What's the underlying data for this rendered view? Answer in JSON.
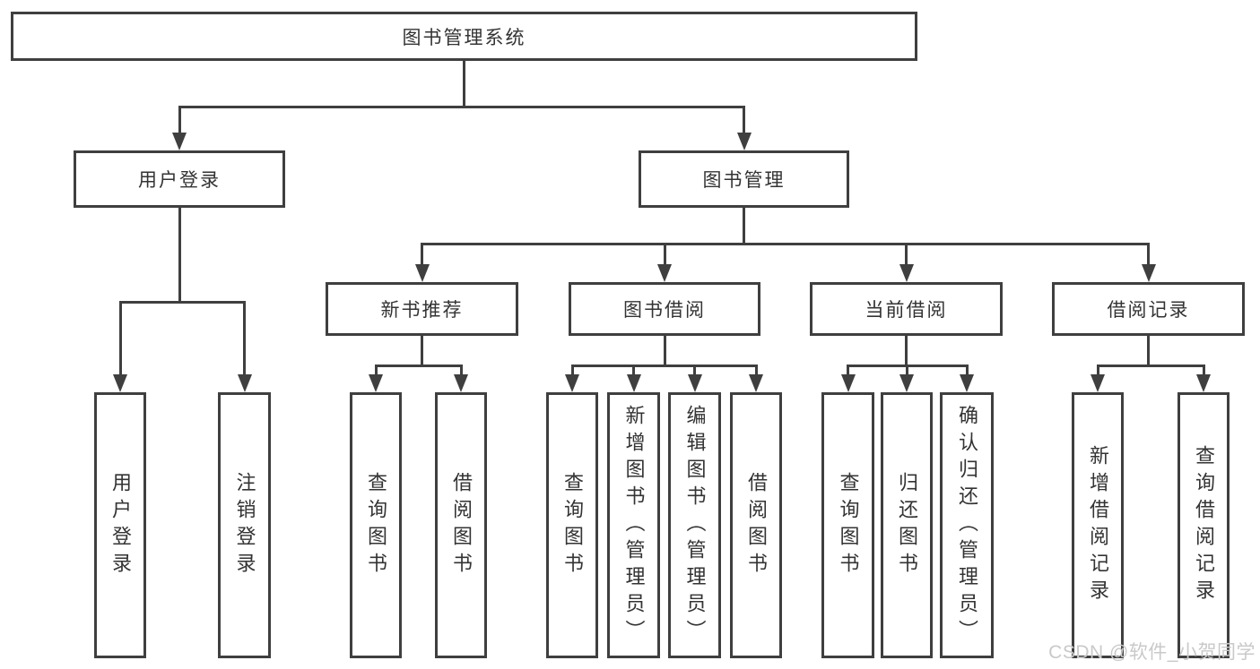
{
  "diagram": {
    "type": "hierarchy-tree",
    "root_label": "图书管理系统",
    "watermark": "CSDN @软件_小贺同学",
    "colors": {
      "line": "#3f3f3f",
      "box_border": "#3f3f3f",
      "box_fill": "#ffffff",
      "text": "#333333",
      "watermark": "#c9c9c9",
      "background": "#ffffff"
    },
    "nodes": [
      {
        "id": "root",
        "parent": null,
        "label": "图书管理系统",
        "orientation": "horizontal"
      },
      {
        "id": "user-login",
        "parent": "root",
        "label": "用户登录",
        "orientation": "horizontal"
      },
      {
        "id": "book-mgmt",
        "parent": "root",
        "label": "图书管理",
        "orientation": "horizontal"
      },
      {
        "id": "login",
        "parent": "user-login",
        "label": "用户登录",
        "orientation": "vertical"
      },
      {
        "id": "logout",
        "parent": "user-login",
        "label": "注销登录",
        "orientation": "vertical"
      },
      {
        "id": "new-book-rec",
        "parent": "book-mgmt",
        "label": "新书推荐",
        "orientation": "horizontal"
      },
      {
        "id": "book-borrow",
        "parent": "book-mgmt",
        "label": "图书借阅",
        "orientation": "horizontal"
      },
      {
        "id": "current-borrow",
        "parent": "book-mgmt",
        "label": "当前借阅",
        "orientation": "horizontal"
      },
      {
        "id": "borrow-records",
        "parent": "book-mgmt",
        "label": "借阅记录",
        "orientation": "horizontal"
      },
      {
        "id": "rec-query-book",
        "parent": "new-book-rec",
        "label": "查询图书",
        "orientation": "vertical"
      },
      {
        "id": "rec-borrow-book",
        "parent": "new-book-rec",
        "label": "借阅图书",
        "orientation": "vertical"
      },
      {
        "id": "bb-query-book",
        "parent": "book-borrow",
        "label": "查询图书",
        "orientation": "vertical"
      },
      {
        "id": "bb-add-book",
        "parent": "book-borrow",
        "label": "新增图书（管理员）",
        "orientation": "vertical"
      },
      {
        "id": "bb-edit-book",
        "parent": "book-borrow",
        "label": "编辑图书（管理员）",
        "orientation": "vertical"
      },
      {
        "id": "bb-borrow-book",
        "parent": "book-borrow",
        "label": "借阅图书",
        "orientation": "vertical"
      },
      {
        "id": "cb-query-book",
        "parent": "current-borrow",
        "label": "查询图书",
        "orientation": "vertical"
      },
      {
        "id": "cb-return-book",
        "parent": "current-borrow",
        "label": "归还图书",
        "orientation": "vertical"
      },
      {
        "id": "cb-confirm-return",
        "parent": "current-borrow",
        "label": "确认归还（管理员）",
        "orientation": "vertical"
      },
      {
        "id": "br-add-record",
        "parent": "borrow-records",
        "label": "新增借阅记录",
        "orientation": "vertical"
      },
      {
        "id": "br-query-record",
        "parent": "borrow-records",
        "label": "查询借阅记录",
        "orientation": "vertical"
      }
    ]
  }
}
